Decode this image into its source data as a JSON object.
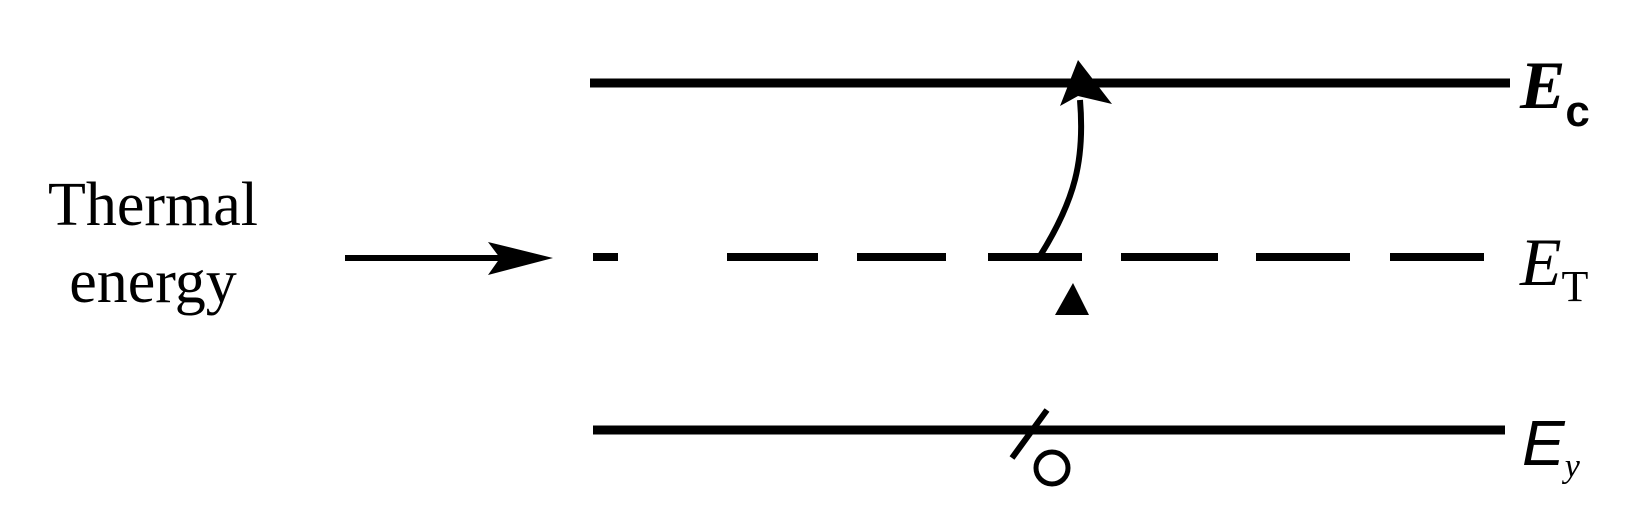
{
  "input_label": {
    "line1": "Thermal",
    "line2": "energy"
  },
  "levels": {
    "conduction": {
      "main": "E",
      "sub": "c"
    },
    "trap": {
      "main": "E",
      "sub": "T"
    },
    "valence": {
      "main": "E",
      "sub": "y"
    }
  },
  "colors": {
    "ink": "#000000",
    "background": "#ffffff"
  }
}
